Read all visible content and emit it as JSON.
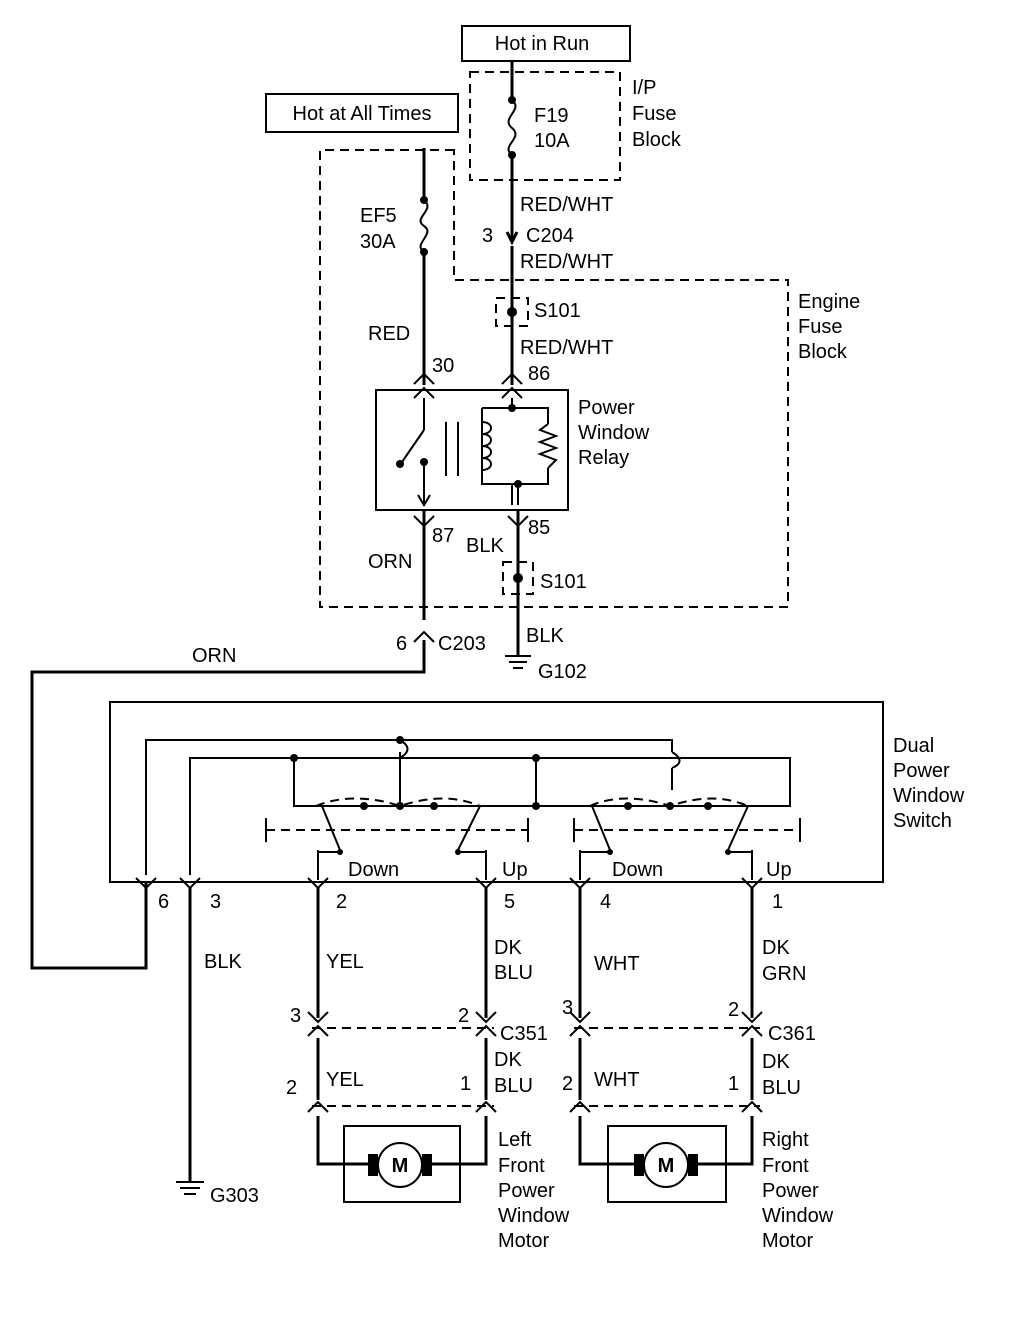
{
  "sources": {
    "hot_run": "Hot in Run",
    "hot_all": "Hot at All Times"
  },
  "ip_fuse_block": {
    "l1": "I/P",
    "l2": "Fuse",
    "l3": "Block",
    "fuse": "F19",
    "rating": "10A"
  },
  "engine_fuse_block": {
    "l1": "Engine",
    "l2": "Fuse",
    "l3": "Block",
    "fuse": "EF5",
    "rating": "30A"
  },
  "wires": {
    "red_wht": "RED/WHT",
    "red": "RED",
    "orn": "ORN",
    "blk": "BLK",
    "yel": "YEL",
    "wht": "WHT",
    "dk": "DK",
    "blu": "BLU",
    "grn": "GRN"
  },
  "relay": {
    "l1": "Power",
    "l2": "Window",
    "l3": "Relay",
    "pin30": "30",
    "pin86": "86",
    "pin87": "87",
    "pin85": "85"
  },
  "connectors": {
    "c204": "C204",
    "c203": "C203",
    "c351": "C351",
    "c361": "C361",
    "s101": "S101"
  },
  "pins": {
    "p1": "1",
    "p2": "2",
    "p3": "3",
    "p4": "4",
    "p5": "5",
    "p6": "6"
  },
  "grounds": {
    "g102": "G102",
    "g303": "G303"
  },
  "switch": {
    "l1": "Dual",
    "l2": "Power",
    "l3": "Window",
    "l4": "Switch",
    "down": "Down",
    "up": "Up"
  },
  "motor": {
    "symbol": "M"
  },
  "left_motor": {
    "l1": "Left",
    "l2": "Front",
    "l3": "Power",
    "l4": "Window",
    "l5": "Motor"
  },
  "right_motor": {
    "l1": "Right",
    "l2": "Front",
    "l3": "Power",
    "l4": "Window",
    "l5": "Motor"
  }
}
